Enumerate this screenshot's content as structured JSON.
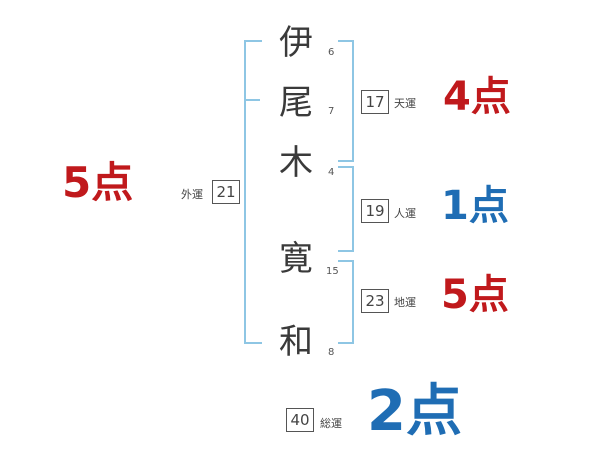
{
  "characters": [
    {
      "char": "伊",
      "strokes": "6"
    },
    {
      "char": "尾",
      "strokes": "7"
    },
    {
      "char": "木",
      "strokes": "4"
    },
    {
      "char": "寛",
      "strokes": "15"
    },
    {
      "char": "和",
      "strokes": "8"
    }
  ],
  "fortunes": {
    "gaiun": {
      "label": "外運",
      "value": "21",
      "score": "5点"
    },
    "tenun": {
      "label": "天運",
      "value": "17",
      "score": "4点"
    },
    "jinun": {
      "label": "人運",
      "value": "19",
      "score": "1点"
    },
    "chiun": {
      "label": "地運",
      "value": "23",
      "score": "5点"
    },
    "souun": {
      "label": "総運",
      "value": "40",
      "score": "2点"
    }
  },
  "colors": {
    "bracket": "#8ec6e4",
    "score_red": "#c0191c",
    "score_blue": "#1f6db4",
    "text": "#3a3a3a"
  }
}
